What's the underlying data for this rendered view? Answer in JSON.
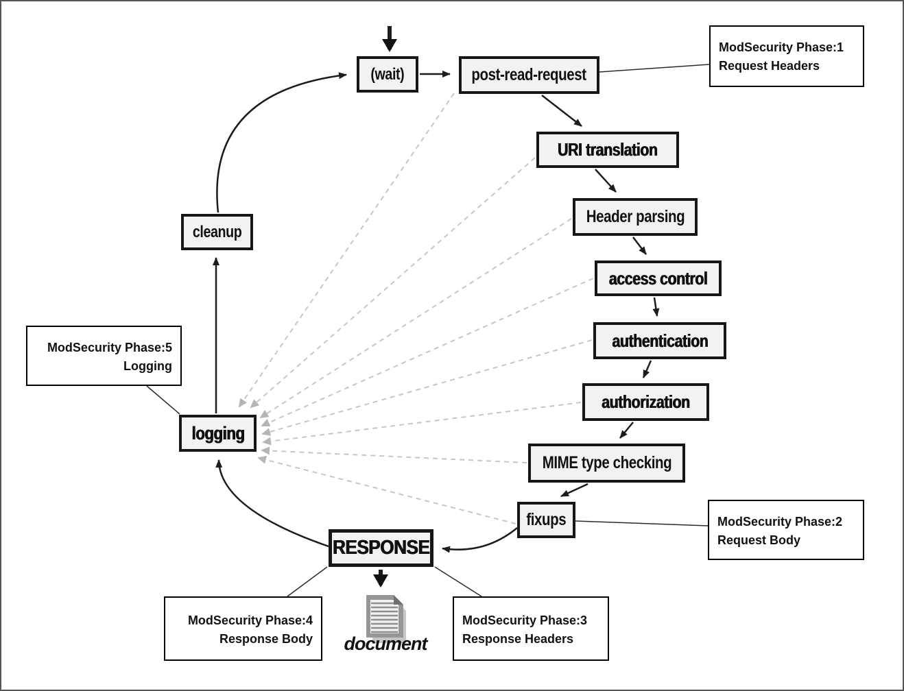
{
  "colors": {
    "node_fill": "#f2f2f2",
    "node_border": "#161616",
    "annotation_border": "#000000",
    "flow_arrow": "#1c1c1c",
    "dashed_arrow": "#c6c6c6",
    "outer_border": "#555555"
  },
  "nodes": {
    "wait": {
      "label": "(wait)"
    },
    "post_read_request": {
      "label": "post-read-request"
    },
    "uri_translation": {
      "label": "URI translation"
    },
    "header_parsing": {
      "label": "Header parsing"
    },
    "access_control": {
      "label": "access control"
    },
    "authentication": {
      "label": "authentication"
    },
    "authorization": {
      "label": "authorization"
    },
    "mime_type_checking": {
      "label": "MIME type checking"
    },
    "fixups": {
      "label": "fixups"
    },
    "response": {
      "label": "RESPONSE"
    },
    "logging": {
      "label": "logging"
    },
    "cleanup": {
      "label": "cleanup"
    }
  },
  "flow_order": [
    "(wait)",
    "post-read-request",
    "URI translation",
    "Header parsing",
    "access control",
    "authentication",
    "authorization",
    "MIME type checking",
    "fixups",
    "RESPONSE",
    "logging",
    "cleanup"
  ],
  "annotations": {
    "phase1": {
      "line1": "ModSecurity Phase:1",
      "line2": "Request Headers",
      "attached_to": "post-read-request"
    },
    "phase2": {
      "line1": "ModSecurity Phase:2",
      "line2": "Request Body",
      "attached_to": "fixups"
    },
    "phase3": {
      "line1": "ModSecurity Phase:3",
      "line2": "Response Headers",
      "attached_to": "RESPONSE"
    },
    "phase4": {
      "line1": "ModSecurity Phase:4",
      "line2": "Response Body",
      "attached_to": "RESPONSE"
    },
    "phase5": {
      "line1": "ModSecurity Phase:5",
      "line2": "Logging",
      "attached_to": "logging"
    }
  },
  "dashed_links_to_logging": [
    "post-read-request",
    "URI translation",
    "Header parsing",
    "access control",
    "authentication",
    "authorization",
    "MIME type checking",
    "fixups"
  ],
  "document_label": "document"
}
